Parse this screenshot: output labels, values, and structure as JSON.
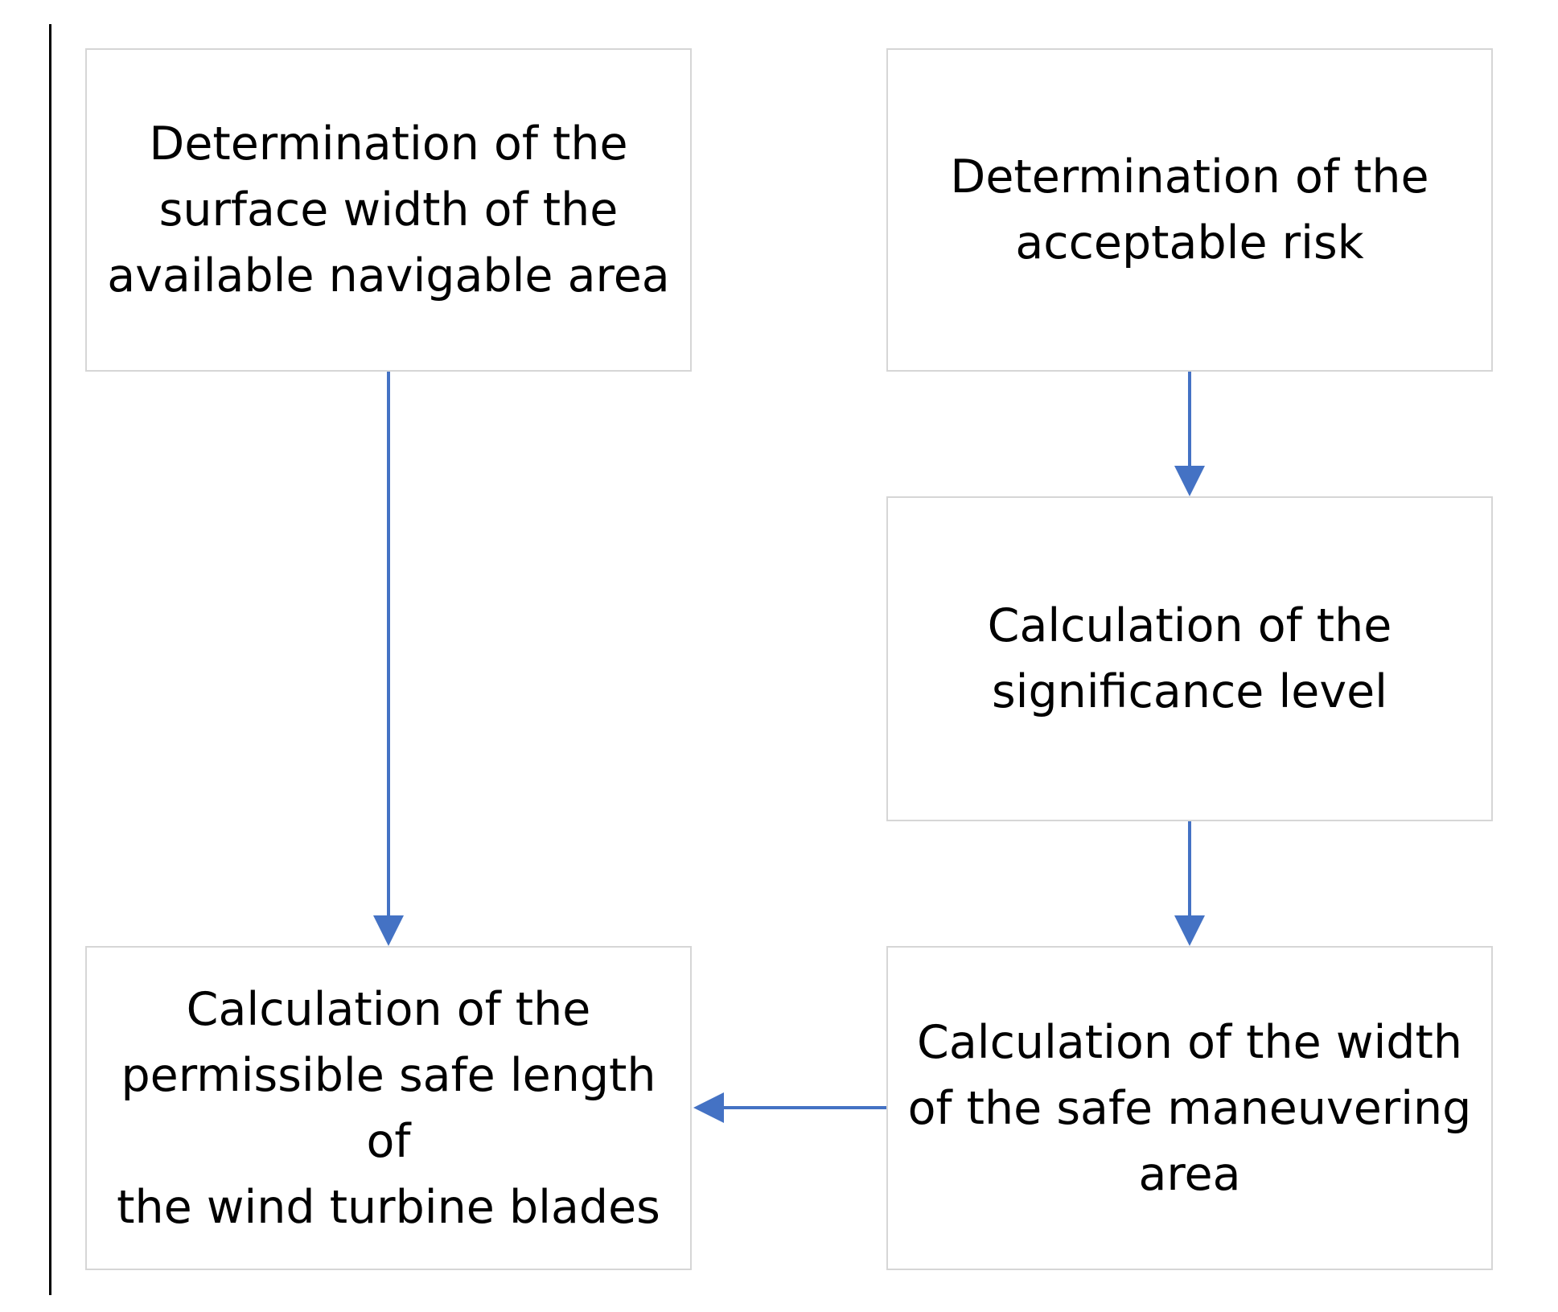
{
  "colors": {
    "arrow": "#4472c4",
    "box_border": "#d6d6d6",
    "text": "#000000"
  },
  "boxes": {
    "surface_width": "Determination of the\nsurface width of the\navailable navigable area",
    "acceptable_risk": "Determination of the\nacceptable risk",
    "significance_level": "Calculation of the\nsignificance level",
    "permissible_length": "Calculation of the\npermissible safe length of\nthe wind turbine blades",
    "maneuvering_width": "Calculation of the width\nof the safe maneuvering\narea"
  }
}
